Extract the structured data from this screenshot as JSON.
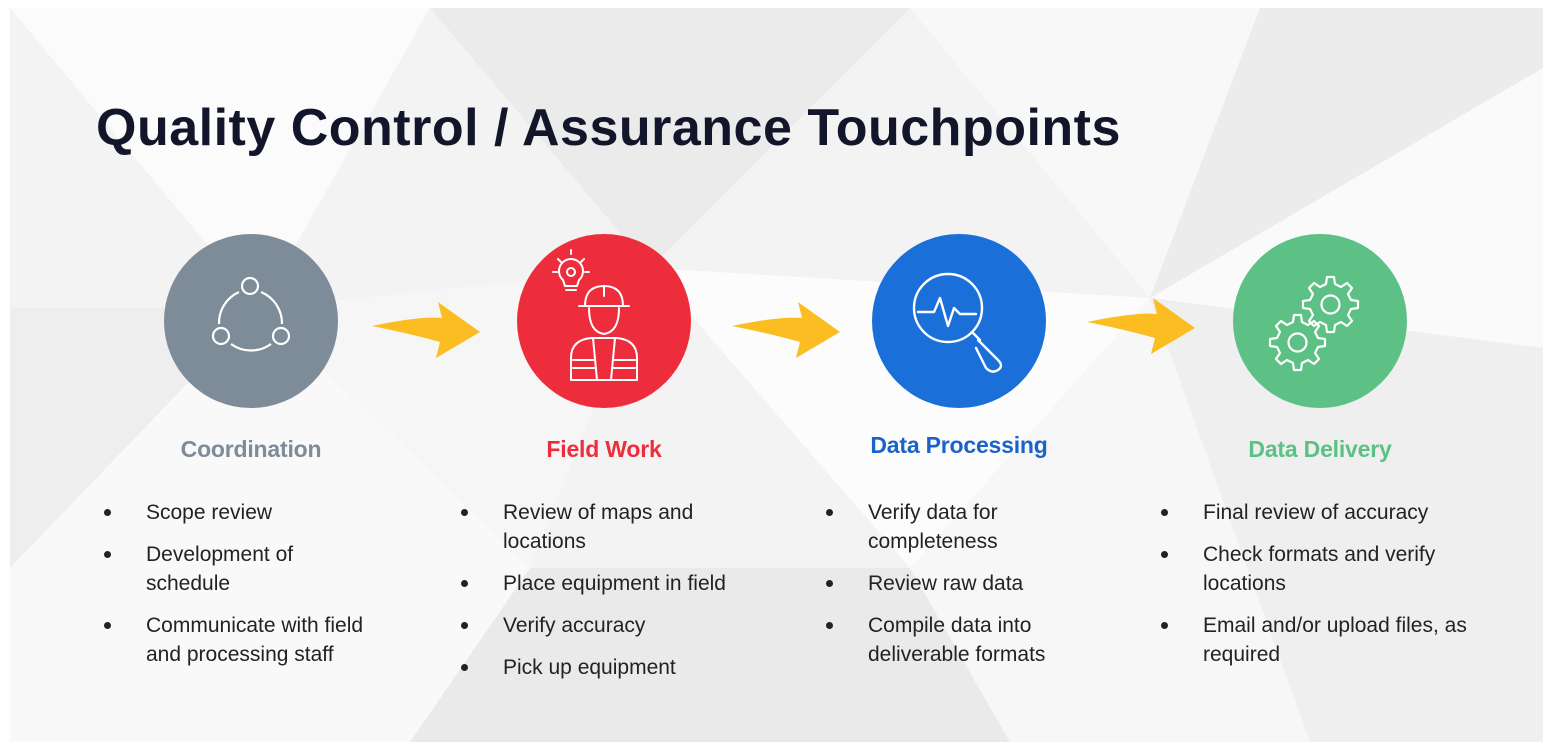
{
  "title": "Quality Control / Assurance Touchpoints",
  "colors": {
    "title": "#13162b",
    "arrow": "#fbbd22",
    "coordination": "#7e8b98",
    "field_work": "#ee2d3c",
    "data_processing": "#1b6fd9",
    "data_delivery": "#5dc185"
  },
  "steps": [
    {
      "label": "Coordination",
      "icon": "network-nodes-icon",
      "color": "#7e8b98",
      "label_color": "#7e8b98",
      "bullets": [
        "Scope review",
        "Development of schedule",
        "Communicate with field and processing staff"
      ]
    },
    {
      "label": "Field Work",
      "icon": "field-worker-icon",
      "color": "#ee2d3c",
      "label_color": "#ee2d3c",
      "bullets": [
        "Review of maps and locations",
        "Place equipment in field",
        "Verify accuracy",
        "Pick up equipment"
      ]
    },
    {
      "label": "Data Processing",
      "icon": "magnifier-pulse-icon",
      "color": "#1b6fd9",
      "label_color": "#1a63c9",
      "bullets": [
        "Verify data for completeness",
        "Review raw data",
        "Compile data into deliverable formats"
      ]
    },
    {
      "label": "Data Delivery",
      "icon": "gears-icon",
      "color": "#5dc185",
      "label_color": "#5dc185",
      "bullets": [
        "Final review of accuracy",
        "Check formats and verify locations",
        "Email and/or upload files, as required"
      ]
    }
  ]
}
